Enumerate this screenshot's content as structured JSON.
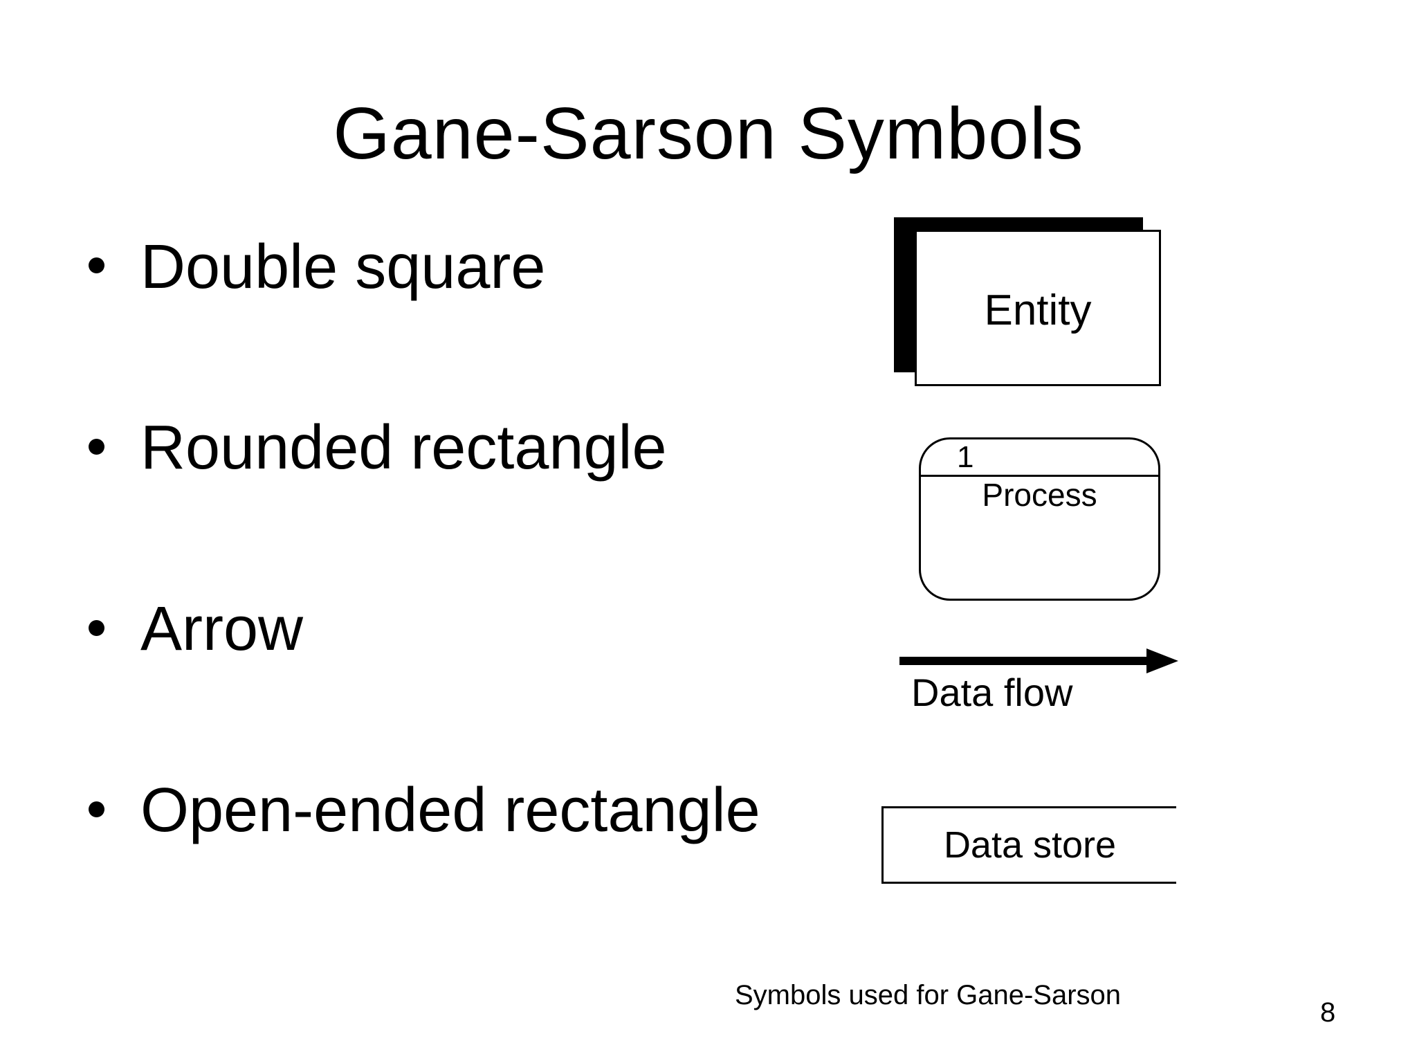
{
  "slide": {
    "title": "Gane-Sarson Symbols",
    "bullets": [
      {
        "label": "Double square"
      },
      {
        "label": "Rounded rectangle"
      },
      {
        "label": "Arrow"
      },
      {
        "label": "Open-ended rectangle"
      }
    ],
    "symbols": {
      "entity": {
        "label": "Entity"
      },
      "process": {
        "number": "1",
        "label": "Process"
      },
      "data_flow": {
        "label": "Data flow"
      },
      "data_store": {
        "label": "Data store"
      }
    },
    "caption": "Symbols used for Gane-Sarson",
    "page_number": "8",
    "colors": {
      "background": "#ffffff",
      "text": "#000000",
      "shape_outline": "#000000",
      "shape_shadow_fill": "#000000"
    }
  }
}
